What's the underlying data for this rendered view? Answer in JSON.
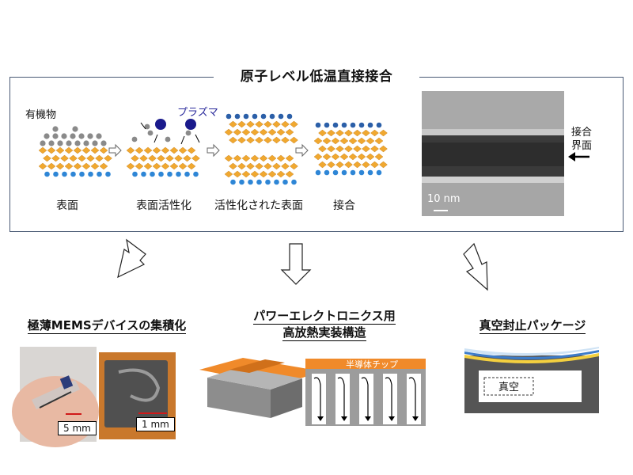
{
  "main_title": "原子レベル低温直接接合",
  "steps": {
    "organics_label": "有機物",
    "plasma_label": "プラズマ",
    "step1": "表面",
    "step2": "表面活性化",
    "step3": "活性化された表面",
    "step4": "接合"
  },
  "tem": {
    "interface_label_line1": "接合",
    "interface_label_line2": "界面",
    "scale": "10 nm"
  },
  "applications": [
    {
      "title": "極薄MEMSデバイスの集積化",
      "scale1": "5 mm",
      "scale2": "1 mm"
    },
    {
      "title_line1": "パワーエレクトロニクス用",
      "title_line2": "高放熱実装構造",
      "chip_label": "半導体チップ"
    },
    {
      "title": "真空封止パッケージ",
      "vacuum_label": "真空"
    }
  ],
  "colors": {
    "atom_orange": "#f0a830",
    "atom_blue": "#2e86d6",
    "atom_darkblue": "#2b5fa8",
    "organic_gray": "#8a8a8a",
    "plasma_navy": "#1a1a8c",
    "frame": "#4a5a74"
  }
}
